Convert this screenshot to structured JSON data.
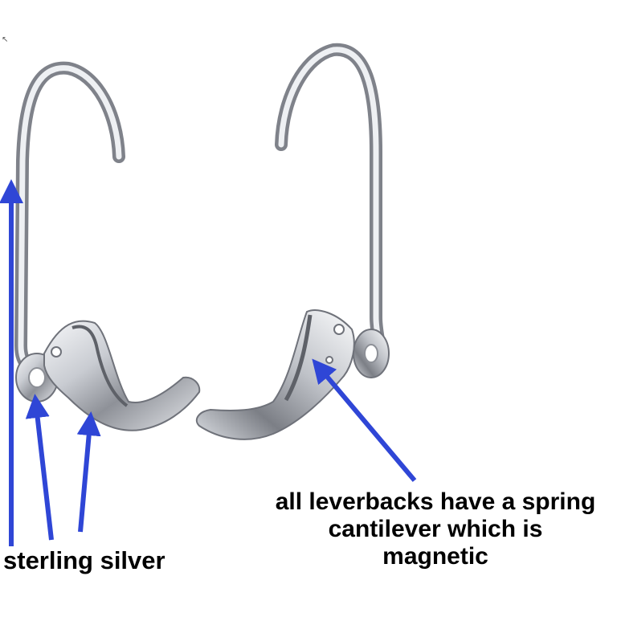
{
  "labels": {
    "left": "sterling silver",
    "right_lines": [
      "all leverbacks have a spring",
      "cantilever which is",
      "magnetic"
    ]
  },
  "colors": {
    "arrow": "#2f46d6",
    "metal_dark": "#8d9097",
    "metal_light": "#f4f5f7",
    "background": "#ffffff"
  },
  "icons": {
    "cursor": "mouse-pointer-icon"
  }
}
